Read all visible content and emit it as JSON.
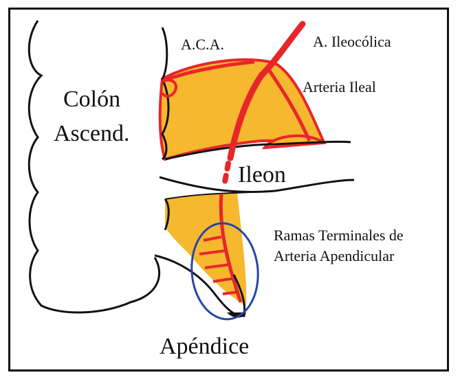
{
  "labels": {
    "aca": "A.C.A.",
    "ileocolica": "A. Ileocólica",
    "arteria_ileal": "Arteria Ileal",
    "colon_line1": "Colón",
    "colon_line2": "Ascend.",
    "ileon": "Ileon",
    "ramas_line1": "Ramas Terminales de",
    "ramas_line2": "Arteria Apendicular",
    "apendice": "Apéndice"
  },
  "colors": {
    "mesentery": "#f5b82e",
    "artery": "#e8262a",
    "outline": "#111111",
    "circle": "#2745a8"
  }
}
